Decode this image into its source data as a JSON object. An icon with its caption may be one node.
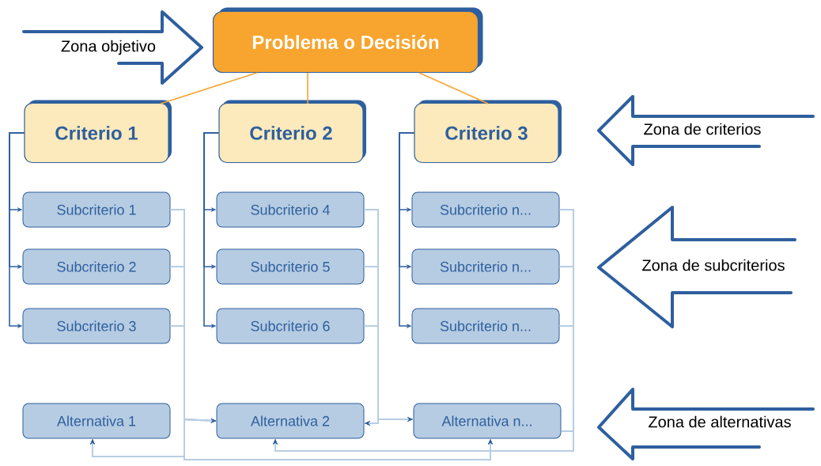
{
  "diagram": {
    "nodes": [
      {
        "text": [
          "Problema o Decisión"
        ]
      },
      {
        "text": [
          "Criterio 1"
        ]
      },
      {
        "text": [
          "Criterio 2"
        ]
      },
      {
        "text": [
          "Criterio 3"
        ]
      },
      {
        "text": [
          "Subcriterio 1"
        ]
      },
      {
        "text": [
          "Subcriterio 2"
        ]
      },
      {
        "text": [
          "Subcriterio 3"
        ]
      },
      {
        "text": [
          "Subcriterio 4"
        ]
      },
      {
        "text": [
          "Subcriterio 5"
        ]
      },
      {
        "text": [
          "Subcriterio 6"
        ]
      },
      {
        "text": [
          "Subcriterio n..."
        ]
      },
      {
        "text": [
          "Subcriterio n..."
        ]
      },
      {
        "text": [
          "Subcriterio n..."
        ]
      },
      {
        "text": [
          "Alternativa 1"
        ]
      },
      {
        "text": [
          "Alternativa 2"
        ]
      },
      {
        "text": [
          "Alternativa n..."
        ]
      }
    ],
    "edges": [
      {
        "from": 0,
        "to": 1,
        "arrow": "none",
        "color": "#f7a52f"
      },
      {
        "from": 0,
        "to": 2,
        "arrow": "none",
        "color": "#f7a52f"
      },
      {
        "from": 0,
        "to": 3,
        "arrow": "none",
        "color": "#f7a52f"
      },
      {
        "from": 1,
        "to": 4,
        "arrow": "to",
        "color": "#2e5f9e"
      },
      {
        "from": 1,
        "to": 5,
        "arrow": "to",
        "color": "#2e5f9e"
      },
      {
        "from": 1,
        "to": 6,
        "arrow": "to",
        "color": "#2e5f9e"
      },
      {
        "from": 2,
        "to": 7,
        "arrow": "to",
        "color": "#2e5f9e"
      },
      {
        "from": 2,
        "to": 8,
        "arrow": "to",
        "color": "#2e5f9e"
      },
      {
        "from": 2,
        "to": 9,
        "arrow": "to",
        "color": "#2e5f9e"
      },
      {
        "from": 3,
        "to": 10,
        "arrow": "to",
        "color": "#2e5f9e"
      },
      {
        "from": 3,
        "to": 11,
        "arrow": "to",
        "color": "#2e5f9e"
      },
      {
        "from": 3,
        "to": 12,
        "arrow": "to",
        "color": "#2e5f9e"
      },
      {
        "from": 4,
        "to": 13,
        "arrow": "to"
      },
      {
        "from": 5,
        "to": 13,
        "arrow": "to"
      },
      {
        "from": 6,
        "to": 13,
        "arrow": "to"
      },
      {
        "from": 4,
        "to": 14,
        "arrow": "to"
      },
      {
        "from": 5,
        "to": 14,
        "arrow": "to"
      },
      {
        "from": 6,
        "to": 14,
        "arrow": "to"
      },
      {
        "from": 4,
        "to": 15,
        "arrow": "to"
      },
      {
        "from": 5,
        "to": 15,
        "arrow": "to"
      },
      {
        "from": 6,
        "to": 15,
        "arrow": "to"
      },
      {
        "from": 7,
        "to": 14,
        "arrow": "to"
      },
      {
        "from": 8,
        "to": 14,
        "arrow": "to"
      },
      {
        "from": 9,
        "to": 14,
        "arrow": "to"
      },
      {
        "from": 7,
        "to": 15,
        "arrow": "to"
      },
      {
        "from": 8,
        "to": 15,
        "arrow": "to"
      },
      {
        "from": 9,
        "to": 15,
        "arrow": "to"
      },
      {
        "from": 10,
        "to": 14,
        "arrow": "to"
      },
      {
        "from": 11,
        "to": 14,
        "arrow": "to"
      },
      {
        "from": 12,
        "to": 14,
        "arrow": "to"
      },
      {
        "from": 10,
        "to": 15,
        "arrow": "none"
      },
      {
        "from": 11,
        "to": 15,
        "arrow": "none"
      },
      {
        "from": 12,
        "to": 15,
        "arrow": "none"
      }
    ],
    "labels": [
      "Zona objetivo",
      "Zona de criterios",
      "Zona de subcriterios",
      "Zona de alternativas"
    ]
  }
}
